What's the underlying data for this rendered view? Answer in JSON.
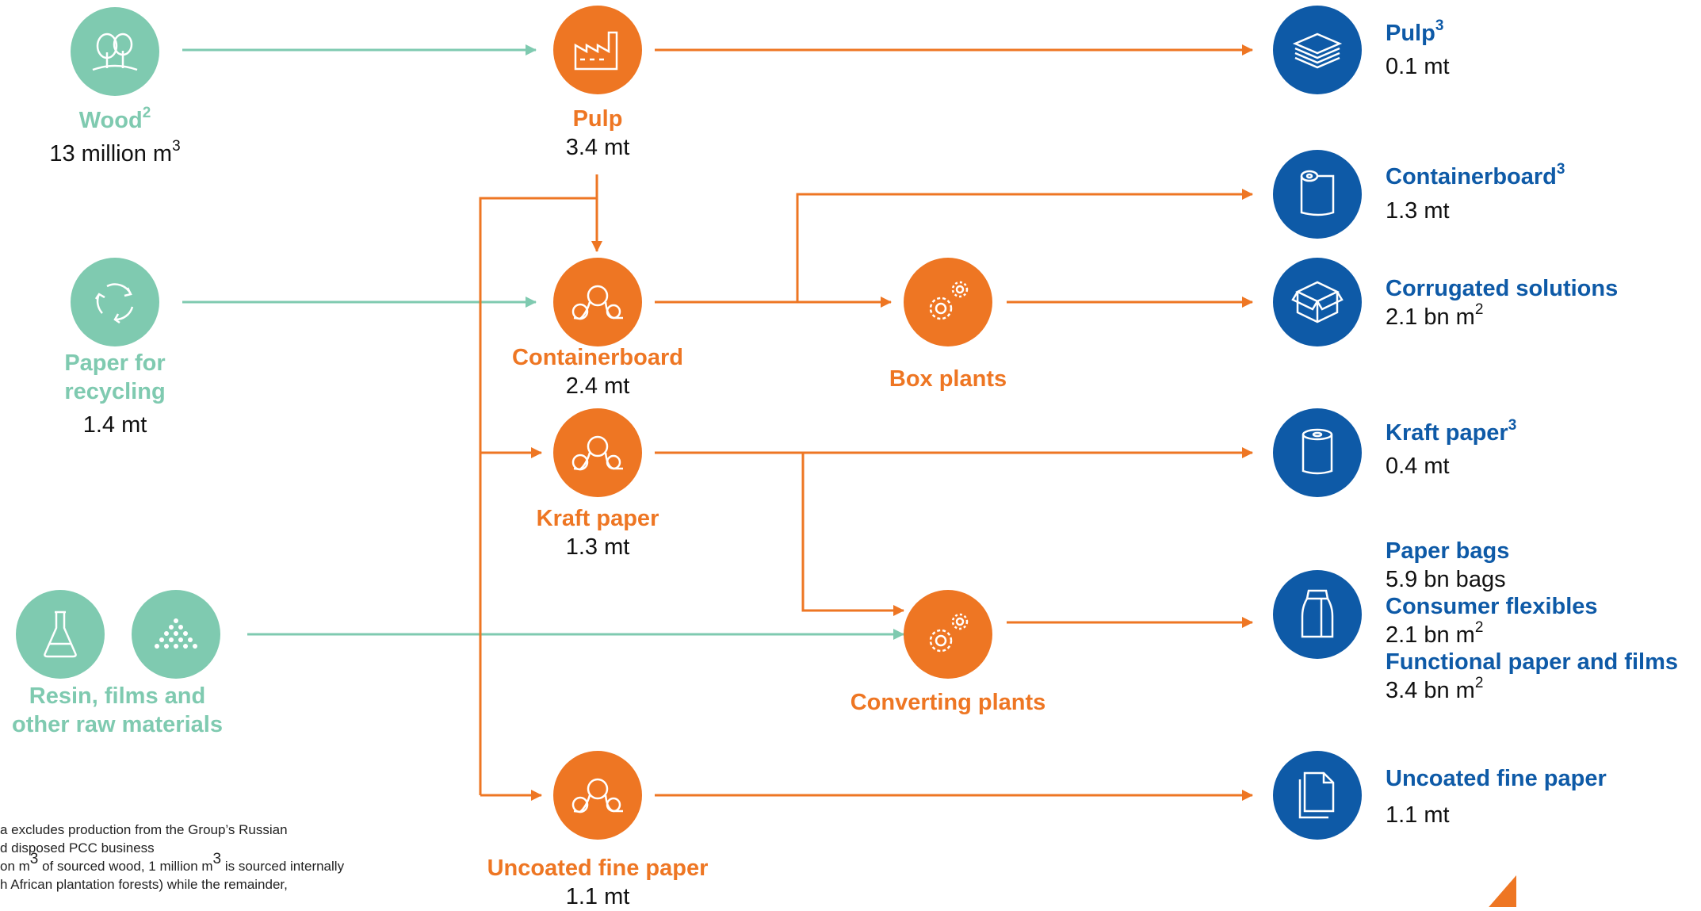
{
  "inputs": {
    "wood": {
      "label": "Wood",
      "sup": "2",
      "value": "13 million m",
      "value_sup": "3"
    },
    "recycling": {
      "label_line1": "Paper for",
      "label_line2": "recycling",
      "value": "1.4 mt"
    },
    "resin": {
      "label_line1": "Resin, films and",
      "label_line2": "other raw materials"
    }
  },
  "mills": {
    "pulp": {
      "label": "Pulp",
      "value": "3.4 mt"
    },
    "containerboard": {
      "label": "Containerboard",
      "value": "2.4 mt"
    },
    "kraft": {
      "label": "Kraft paper",
      "value": "1.3 mt"
    },
    "ufp": {
      "label": "Uncoated fine paper",
      "value": "1.1 mt"
    }
  },
  "plants": {
    "box": {
      "label": "Box plants"
    },
    "converting": {
      "label": "Converting plants"
    }
  },
  "outputs": {
    "pulp": {
      "label": "Pulp",
      "sup": "3",
      "value": "0.1 mt"
    },
    "containerboard": {
      "label": "Containerboard",
      "sup": "3",
      "value": "1.3 mt"
    },
    "corrugated": {
      "label": "Corrugated solutions",
      "value": "2.1 bn m",
      "value_sup": "2"
    },
    "kraft": {
      "label": "Kraft paper",
      "sup": "3",
      "value": "0.4 mt"
    },
    "bags": {
      "label": "Paper bags",
      "value": "5.9 bn bags"
    },
    "flexibles": {
      "label": "Consumer flexibles",
      "value": "2.1 bn m",
      "value_sup": "2"
    },
    "functional": {
      "label": "Functional paper and films",
      "value": "3.4 bn m",
      "value_sup": "2"
    },
    "ufp": {
      "label": "Uncoated fine paper",
      "value": "1.1 mt"
    }
  },
  "footnotes": {
    "line1": "a excludes production from the Group’s Russian",
    "line2": "d disposed PCC business",
    "line3a": "on m",
    "line3b": " of sourced wood, 1 million m",
    "line3c": " is sourced internally",
    "line3_sup": "3",
    "line4": "h African plantation forests) while the remainder,"
  },
  "colors": {
    "green": "#7fcab0",
    "orange": "#ee7623",
    "blue": "#0e5aa7"
  },
  "icons": [
    "trees-icon",
    "factory-icon",
    "recycle-icon",
    "flask-icon",
    "pellets-icon",
    "paper-roll-mill-icon",
    "gears-icon",
    "paper-stack-icon",
    "roll-icon",
    "box-icon",
    "kraft-roll-icon",
    "bag-icon",
    "document-icon"
  ]
}
